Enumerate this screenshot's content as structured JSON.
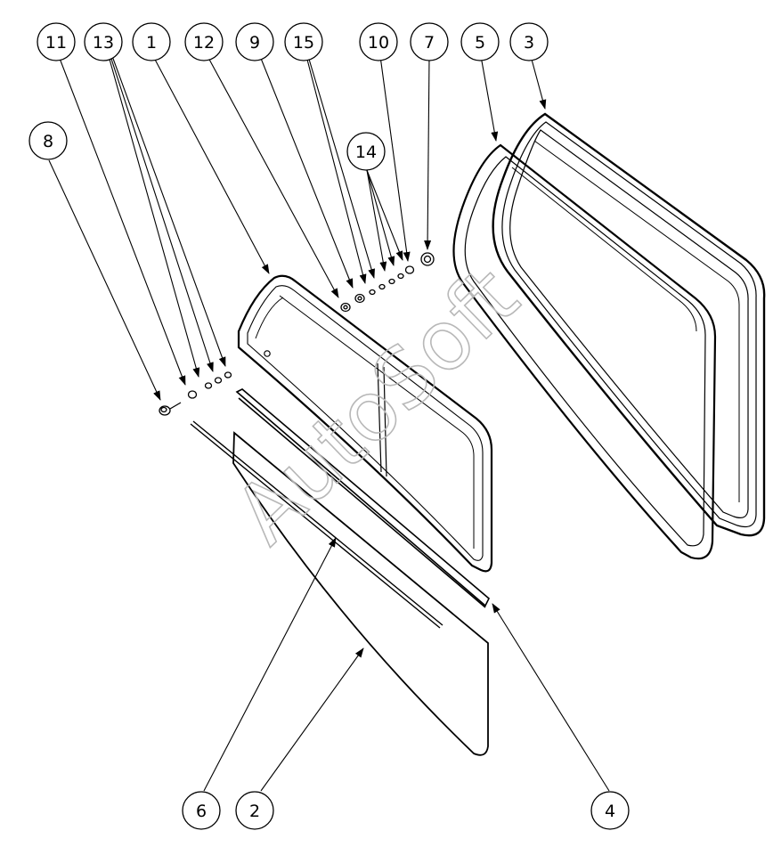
{
  "diagram": {
    "watermark": "AutoSoft",
    "callouts": [
      {
        "id": "c11",
        "label": "11"
      },
      {
        "id": "c13",
        "label": "13"
      },
      {
        "id": "c1",
        "label": "1"
      },
      {
        "id": "c12",
        "label": "12"
      },
      {
        "id": "c9",
        "label": "9"
      },
      {
        "id": "c15",
        "label": "15"
      },
      {
        "id": "c10",
        "label": "10"
      },
      {
        "id": "c7",
        "label": "7"
      },
      {
        "id": "c5",
        "label": "5"
      },
      {
        "id": "c3",
        "label": "3"
      },
      {
        "id": "c8",
        "label": "8"
      },
      {
        "id": "c14",
        "label": "14"
      },
      {
        "id": "c6",
        "label": "6"
      },
      {
        "id": "c2",
        "label": "2"
      },
      {
        "id": "c4",
        "label": "4"
      }
    ]
  }
}
